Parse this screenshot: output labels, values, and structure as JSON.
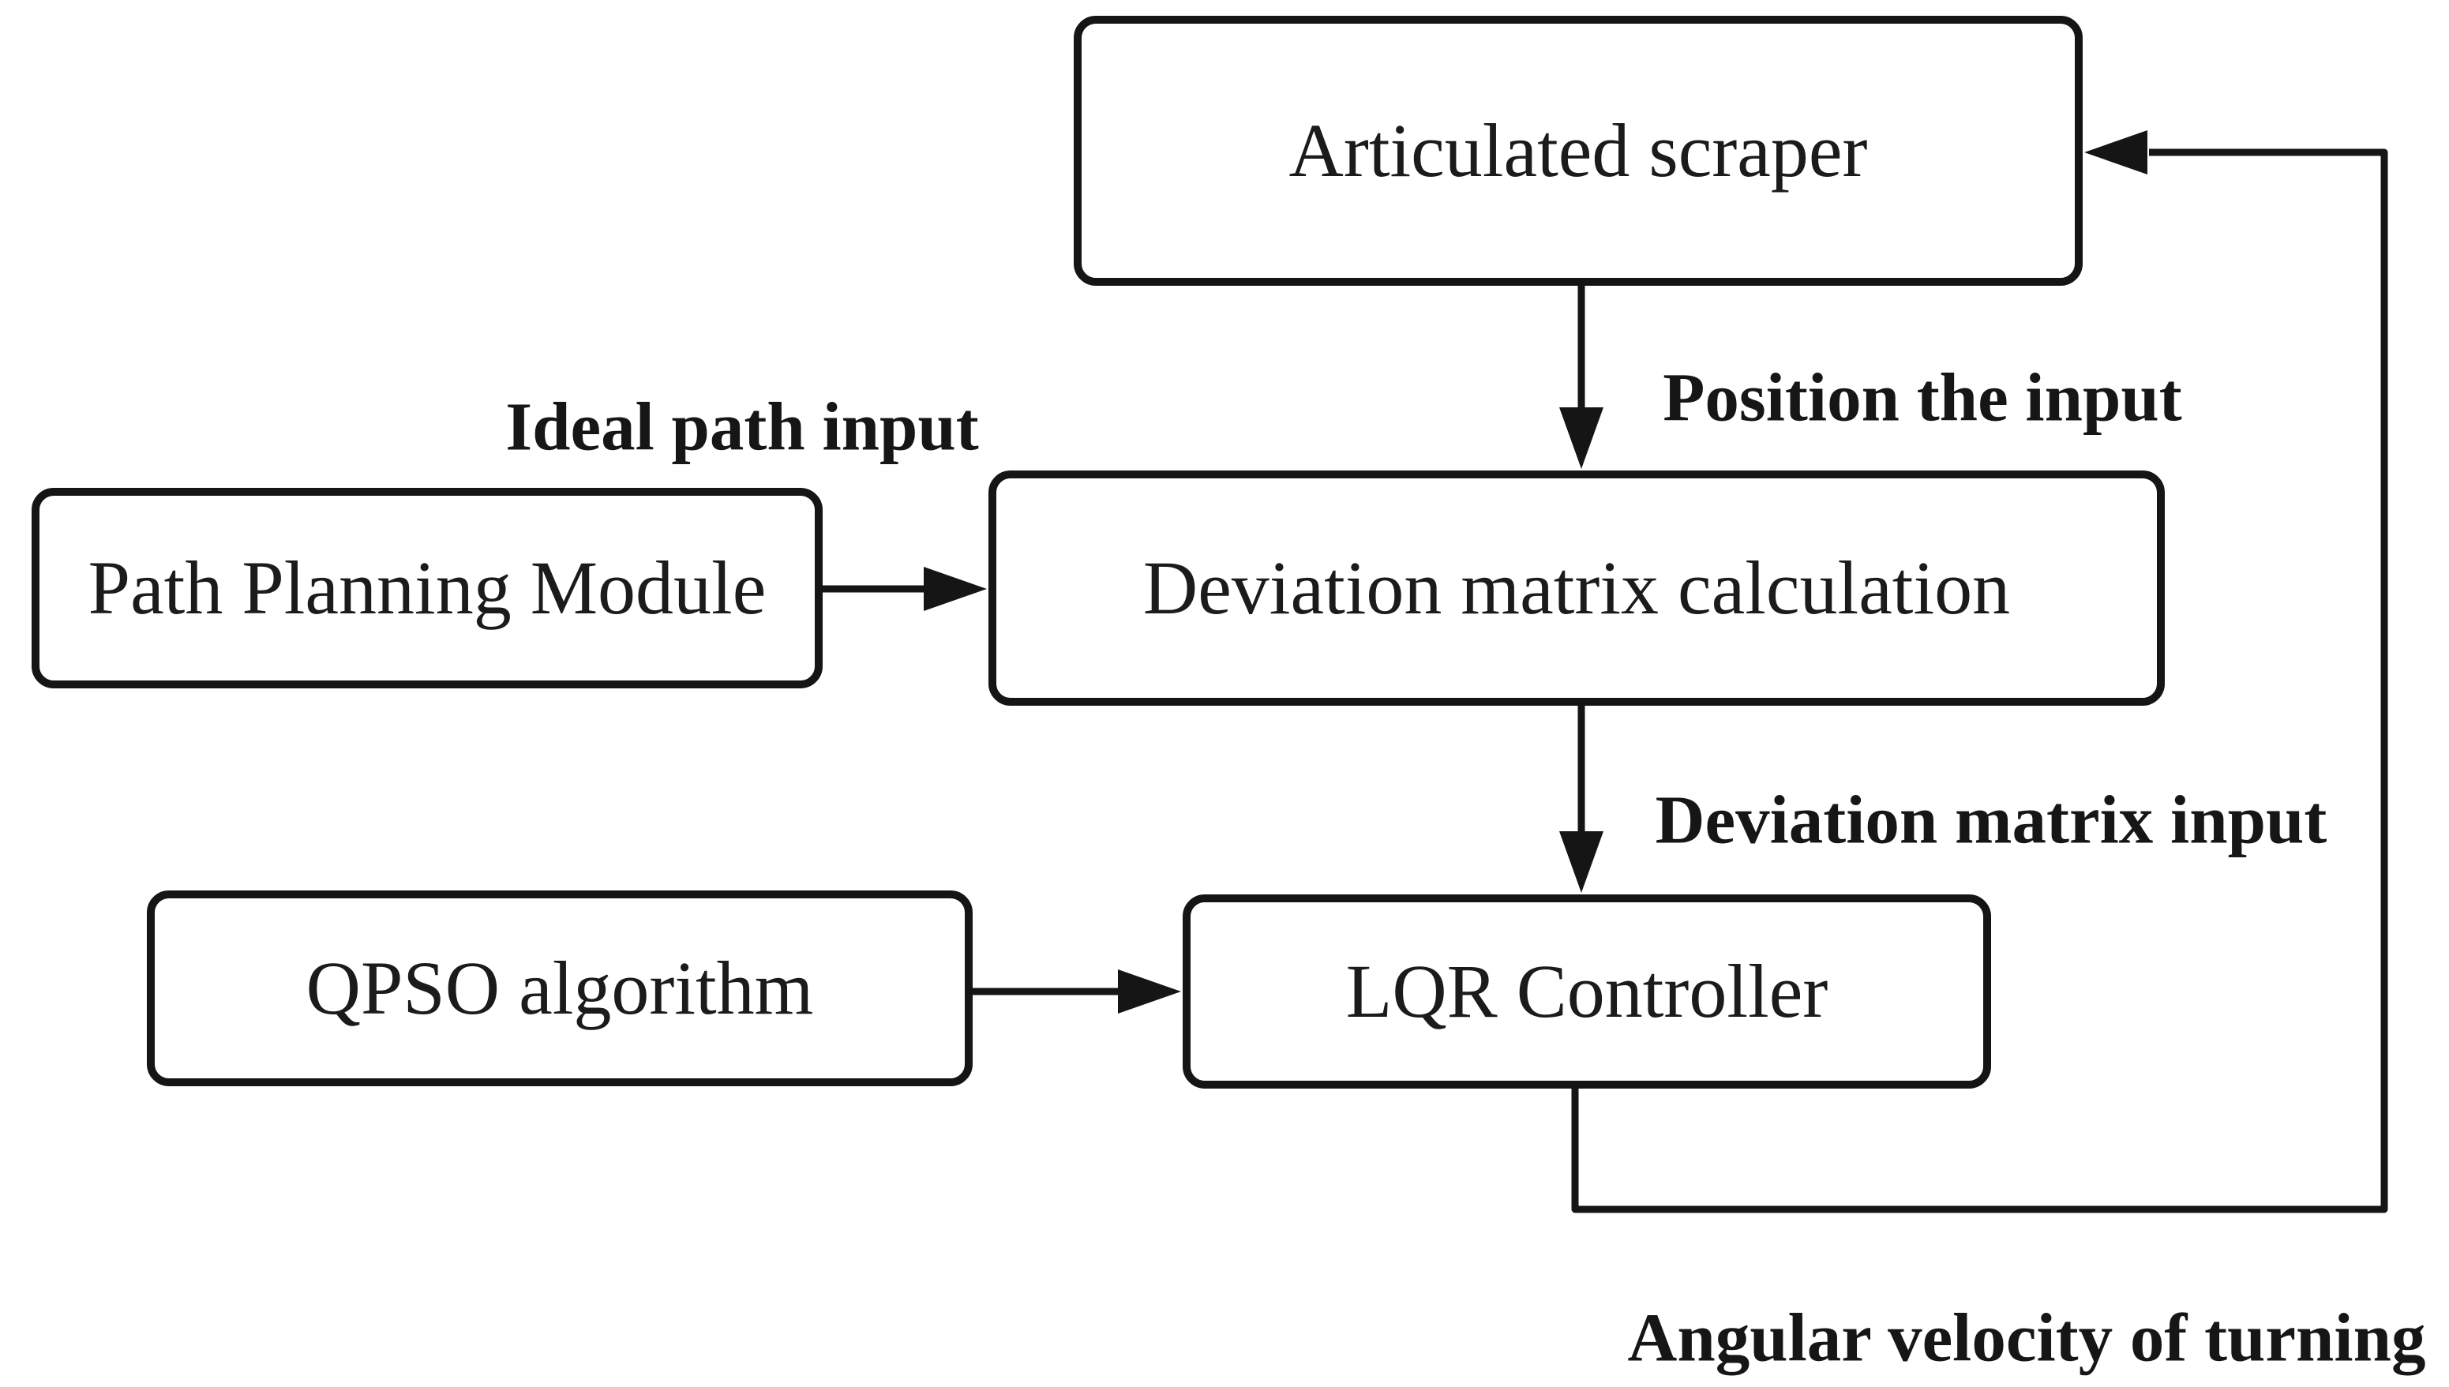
{
  "figure": {
    "type": "flowchart",
    "background_color": "#ffffff",
    "line_color": "#151515",
    "text_color": "#1b1b1b"
  },
  "nodes": [
    {
      "id": "articulated-scraper",
      "label": "Articulated scraper"
    },
    {
      "id": "path-planning-module",
      "label": "Path Planning Module"
    },
    {
      "id": "deviation-matrix-calculation",
      "label": "Deviation matrix calculation"
    },
    {
      "id": "qpso-algorithm",
      "label": "QPSO algorithm"
    },
    {
      "id": "lqr-controller",
      "label": "LQR Controller"
    }
  ],
  "edges": [
    {
      "from": "Articulated scraper",
      "to": "Deviation matrix calculation",
      "label": "Position the input"
    },
    {
      "from": "Path Planning Module",
      "to": "Deviation matrix calculation",
      "label": "Ideal path input"
    },
    {
      "from": "Deviation matrix calculation",
      "to": "LQR Controller",
      "label": "Deviation matrix input"
    },
    {
      "from": "QPSO algorithm",
      "to": "LQR Controller",
      "label": ""
    },
    {
      "from": "LQR Controller",
      "to": "Articulated scraper",
      "label": "Angular velocity of turning"
    }
  ]
}
